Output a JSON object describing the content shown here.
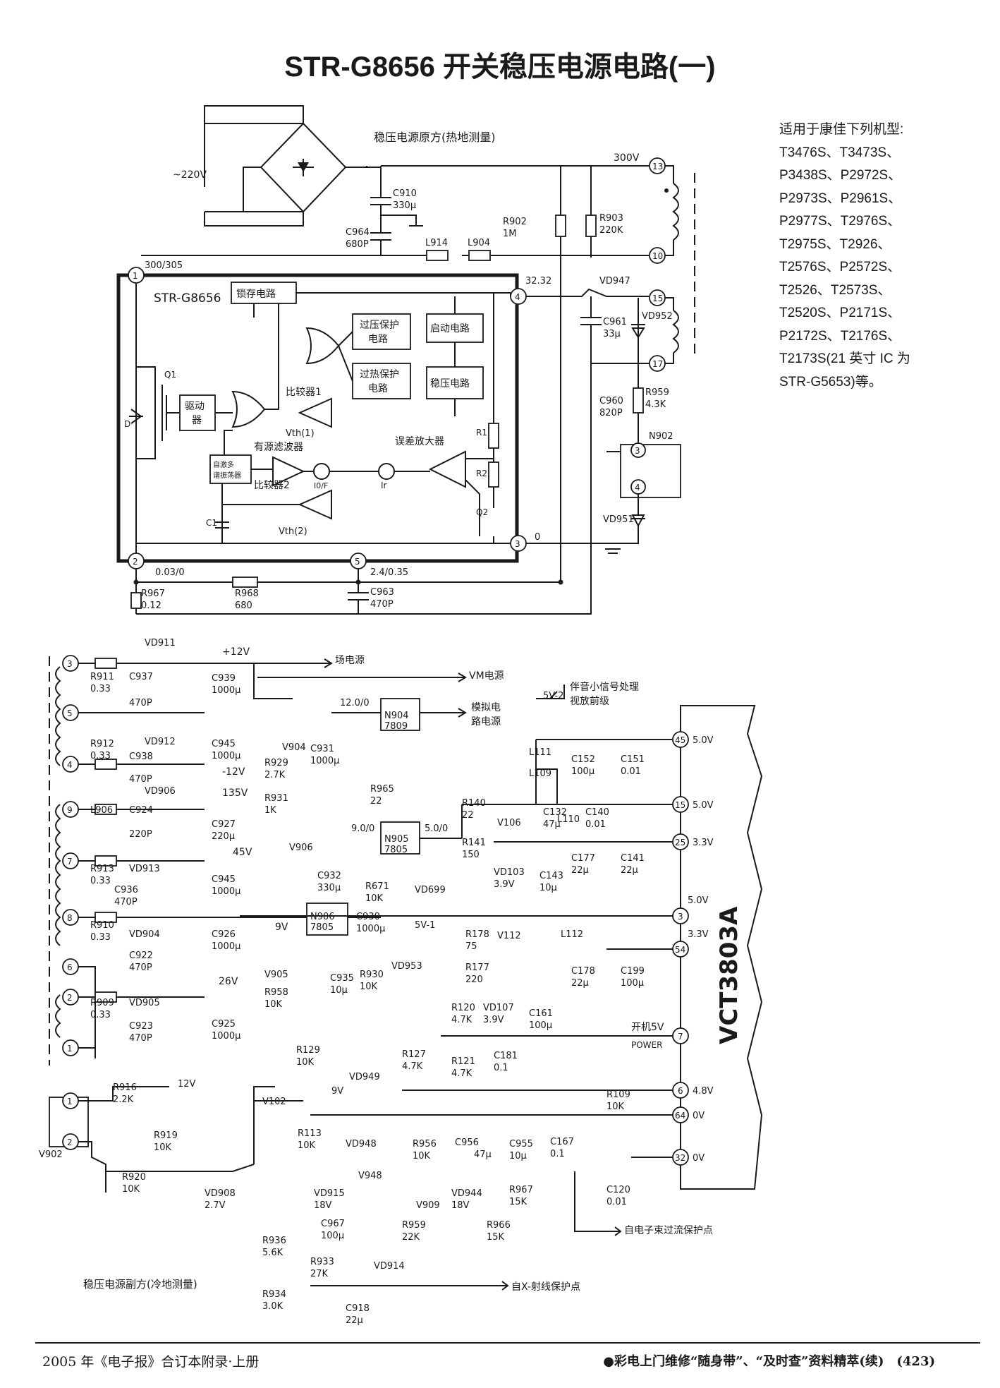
{
  "title": "STR-G8656 开关稳压电源电路(一)",
  "models": {
    "heading": "适用于康佳下列机型:",
    "lines": [
      "T3476S、T3473S、",
      "P3438S、P2972S、",
      "P2973S、P2961S、",
      "P2977S、T2976S、",
      "T2975S、T2926、",
      "T2576S、P2572S、",
      "T2526、T2573S、",
      "T2520S、P2171S、",
      "P2172S、T2176S、",
      "T2173S(21 英寸 IC 为",
      "STR-G5653)等。"
    ]
  },
  "footer": {
    "left": "2005 年《电子报》合订本附录·上册",
    "right": "●彩电上门维修“随身带”、“及时查”资料精萃(续)　(423)"
  },
  "primary": {
    "heading": "稳压电源原方(热地测量)",
    "ac_input": "~220V",
    "rail_300v": "300V",
    "v_300_305": "300/305",
    "v_32_32": "32.32",
    "v_0": "0",
    "v_003_0": "0.03/0",
    "v_24_035": "2.4/0.35",
    "ic_name": "STR-G8656",
    "blocks": {
      "latch": "锁存电路",
      "ovp1": "过压保护",
      "ovp2": "电路",
      "start": "启动电路",
      "otp1": "过热保护",
      "otp2": "电路",
      "reg": "稳压电路",
      "drv1": "驱动",
      "drv2": "器",
      "osc1": "自激多",
      "osc2": "谐振荡器"
    },
    "labels": {
      "comp1": "比较器1",
      "vth1": "Vth(1)",
      "filter": "有源滤波器",
      "err_amp": "误差放大器",
      "comp2": "比较器2",
      "vth2": "Vth(2)",
      "iof": "I0/F",
      "ir": "Ir",
      "q1": "Q1",
      "d": "D",
      "c1": "C1",
      "r1": "R1",
      "r2": "R2",
      "q2": "Q2"
    },
    "pins": [
      "1",
      "2",
      "3",
      "4",
      "5"
    ],
    "trafo_pins": [
      "13",
      "10",
      "15",
      "17"
    ],
    "parts": {
      "c910": "C910",
      "c910v": "330μ",
      "c964": "C964",
      "c964v": "680P",
      "l914": "L914",
      "l904": "L904",
      "r902": "R902",
      "r902v": "1M",
      "r903": "R903",
      "r903v": "220K",
      "vd947": "VD947",
      "c961": "C961",
      "c961v": "33μ",
      "vd952": "VD952",
      "r959": "R959",
      "r959v": "4.3K",
      "c960": "C960",
      "c960v": "820P",
      "n902": "N902",
      "vd951": "VD951",
      "r967": "R967",
      "r967v": "0.12",
      "r968": "R968",
      "r968v": "680",
      "c963": "C963",
      "c963v": "470P",
      "n902_pin3": "3",
      "n902_pin4": "4"
    }
  },
  "secondary": {
    "footer_label": "稳压电源副方(冷地测量)",
    "rails": {
      "p12": "+12V",
      "m12": "-12V",
      "v135": "135V",
      "v45": "45V",
      "v26": "26V",
      "v9": "9V",
      "field": "场电源",
      "vm": "VM电源",
      "analog1": "模拟电",
      "analog2": "路电源",
      "audio1": "伴音小信号处理",
      "audio2": "视放前级",
      "v52": "5V-2",
      "v51": "5V-1",
      "v12": "12.0/0",
      "v9_0": "9.0/0",
      "v5_0": "5.0/0",
      "v9b": "9V",
      "v12b": "12V"
    },
    "trafo_pins": [
      "3",
      "5",
      "4",
      "9",
      "7",
      "8",
      "6",
      "2",
      "1"
    ],
    "n902_pins": [
      "1",
      "2"
    ],
    "parts": [
      "VD911",
      "R911",
      "0.33",
      "C937",
      "470P",
      "C939",
      "1000μ",
      "VD912",
      "R912",
      "0.33",
      "C938",
      "470P",
      "C945",
      "1000μ",
      "VD906",
      "L906",
      "C924",
      "220P",
      "C927",
      "220μ",
      "R913",
      "0.33",
      "VD913",
      "C936",
      "470P",
      "C945",
      "1000μ",
      "R910",
      "0.33",
      "VD904",
      "C922",
      "470P",
      "C926",
      "1000μ",
      "R909",
      "0.33",
      "VD905",
      "C923",
      "470P",
      "C925",
      "1000μ",
      "V904",
      "N904",
      "7809",
      "C931",
      "1000μ",
      "R929",
      "2.7K",
      "R931",
      "1K",
      "V906",
      "N905",
      "7805",
      "C932",
      "330μ",
      "R965",
      "22",
      "R671",
      "10K",
      "VD699",
      "N906",
      "7805",
      "C930",
      "1000μ",
      "V905",
      "R958",
      "10K",
      "C935",
      "10μ",
      "R930",
      "10K",
      "VD953",
      "R129",
      "10K",
      "R127",
      "4.7K",
      "VD949",
      "R916",
      "2.2K",
      "V102",
      "R113",
      "10K",
      "V902",
      "R919",
      "10K",
      "R920",
      "10K",
      "VD908",
      "2.7V",
      "VD948",
      "R956",
      "10K",
      "C956",
      "47μ",
      "C955",
      "10μ",
      "C167",
      "0.1",
      "V948",
      "VD944",
      "18V",
      "R967",
      "15K",
      "VD915",
      "18V",
      "C967",
      "100μ",
      "R959",
      "22K",
      "V909",
      "R966",
      "15K",
      "R936",
      "5.6K",
      "R933",
      "27K",
      "VD914",
      "R934",
      "3.0K",
      "C918",
      "22μ",
      "L111",
      "C152",
      "100μ",
      "C151",
      "0.01",
      "L109",
      "C132",
      "47μ",
      "C140",
      "0.01",
      "R140",
      "22",
      "V106",
      "L110",
      "R141",
      "150",
      "VD103",
      "3.9V",
      "C143",
      "10μ",
      "C177",
      "22μ",
      "C141",
      "22μ",
      "R178",
      "75",
      "V112",
      "L112",
      "R177",
      "220",
      "C178",
      "22μ",
      "C199",
      "100μ",
      "R120",
      "4.7K",
      "VD107",
      "3.9V",
      "C161",
      "100μ",
      "R121",
      "4.7K",
      "C181",
      "0.1",
      "R109",
      "10K",
      "C120",
      "0.01"
    ],
    "ic": "VCT3803A",
    "ic_pins": [
      {
        "pin": "45",
        "v": "5.0V"
      },
      {
        "pin": "15",
        "v": "5.0V"
      },
      {
        "pin": "25",
        "v": "3.3V"
      },
      {
        "pin": "3",
        "v": "5.0V"
      },
      {
        "pin": "54",
        "v": "3.3V"
      },
      {
        "pin": "7",
        "v": ""
      },
      {
        "pin": "6",
        "v": "4.8V"
      },
      {
        "pin": "64",
        "v": "0V"
      },
      {
        "pin": "32",
        "v": "0V"
      }
    ],
    "power_on": "开机5V",
    "power": "POWER",
    "prot1": "自电子束过流保护点",
    "prot2": "自X-射线保护点"
  }
}
